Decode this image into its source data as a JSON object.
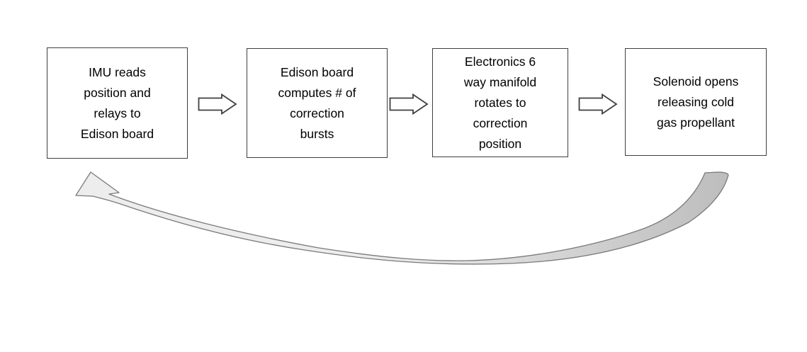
{
  "diagram": {
    "kind": "process-loop-flowchart",
    "boxes": [
      {
        "id": "step-1",
        "lines": [
          "IMU reads",
          "position and",
          "relays to",
          "Edison board"
        ]
      },
      {
        "id": "step-2",
        "lines": [
          "Edison board",
          "computes # of",
          "correction",
          "bursts"
        ]
      },
      {
        "id": "step-3",
        "lines": [
          "Electronics 6",
          "way manifold",
          "rotates to",
          "correction",
          "position"
        ]
      },
      {
        "id": "step-4",
        "lines": [
          "Solenoid opens",
          "releasing cold",
          "gas propellant"
        ]
      }
    ],
    "connectors": [
      {
        "from": "step-1",
        "to": "step-2",
        "style": "hollow-block-arrow-right"
      },
      {
        "from": "step-2",
        "to": "step-3",
        "style": "hollow-block-arrow-right"
      },
      {
        "from": "step-3",
        "to": "step-4",
        "style": "hollow-block-arrow-right"
      }
    ],
    "feedback_arrow": {
      "from": "step-4",
      "to": "step-1",
      "style": "curved-swoosh-arrow",
      "direction": "right-to-left"
    }
  },
  "colors": {
    "background": "#ffffff",
    "text": "#000000",
    "box_border": "#3f3f3f",
    "connector_stroke": "#3f3f3f",
    "feedback_stroke": "#7a7a7a",
    "feedback_light": "#ededed",
    "feedback_dark": "#bdbdbd"
  }
}
